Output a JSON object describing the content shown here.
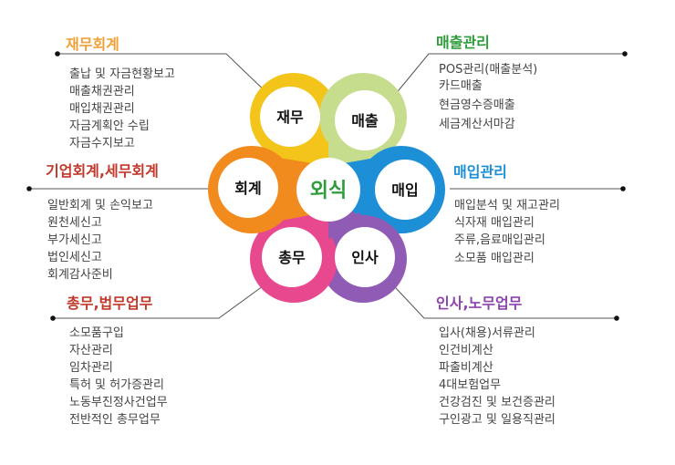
{
  "center": {
    "label": "외식",
    "color": "#2e9c3a"
  },
  "nodes": {
    "top_left": {
      "label": "재무",
      "color": "#f3c51a"
    },
    "top_right": {
      "label": "매출",
      "color": "#c6dd8e"
    },
    "right": {
      "label": "매입",
      "color": "#1c8fd6"
    },
    "bottom_right": {
      "label": "인사",
      "color": "#8f5bb5"
    },
    "bottom_left": {
      "label": "총무",
      "color": "#e8498e"
    },
    "left": {
      "label": "회계",
      "color": "#f28b1e"
    }
  },
  "categories": {
    "finance": {
      "title": "재무회계",
      "color": "#f0a23a",
      "items": [
        "출납 및 자금현황보고",
        "매출채권관리",
        "매입채권관리",
        "자금계획안 수립",
        "자금수지보고"
      ]
    },
    "sales": {
      "title": "매출관리",
      "color": "#2e9c3a",
      "items": [
        "POS관리(매출분석)",
        "카드매출",
        "현금영수증매출",
        "세금계산서마감"
      ]
    },
    "accounting": {
      "title": "기업회계,세무회계",
      "color": "#c0392b",
      "items": [
        "일반회계 및 손익보고",
        "원천세신고",
        "부가세신고",
        "법인세신고",
        "회계감사준비"
      ]
    },
    "purchase": {
      "title": "매입관리",
      "color": "#1c8fd6",
      "items": [
        "매입분석 및 재고관리",
        "식자재 매입관리",
        "주류,음료매입관리",
        "소모품 매입관리"
      ]
    },
    "general": {
      "title": "총무,법무업무",
      "color": "#c0392b",
      "items": [
        "소모품구입",
        "자산관리",
        "임차관리",
        "특허 및 허가증관리",
        "노동부진정사건업무",
        "전반적인 총무업무"
      ]
    },
    "hr": {
      "title": "인사,노무업무",
      "color": "#8e44ad",
      "items": [
        "입사(채용)서류관리",
        "인건비계산",
        "파출비계산",
        "4대보험업무",
        "건강검진 및 보건증관리",
        "구인광고 및 일용직관리"
      ]
    }
  }
}
